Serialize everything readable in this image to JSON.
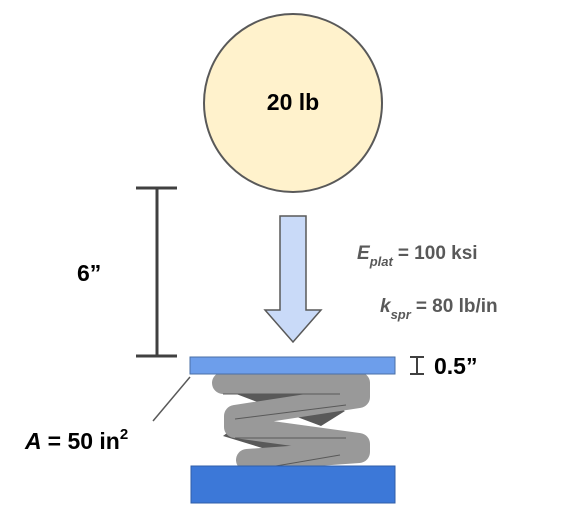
{
  "weight": {
    "label": "20 lb",
    "fill": "#fff2cc",
    "stroke": "#595959"
  },
  "drop_height": {
    "label": "6”"
  },
  "plate_modulus": {
    "symbol": "E",
    "subscript": "plat",
    "value": "= 100 ksi"
  },
  "spring_stiffness": {
    "symbol": "k",
    "subscript": "spr",
    "value": "= 80 lb/in"
  },
  "plate_thickness": {
    "label": "0.5”"
  },
  "plate_area": {
    "symbol": "A",
    "value": "= 50 in",
    "superscript": "2"
  },
  "colors": {
    "arrow_fill": "#c9daf8",
    "arrow_stroke": "#595959",
    "top_plate": "#6d9eeb",
    "base_plate": "#3c78d8",
    "coil_front": "#999999",
    "coil_back": "#595959",
    "dimension_line": "#404040",
    "text_dark": "#000000",
    "text_gray": "#595959"
  }
}
